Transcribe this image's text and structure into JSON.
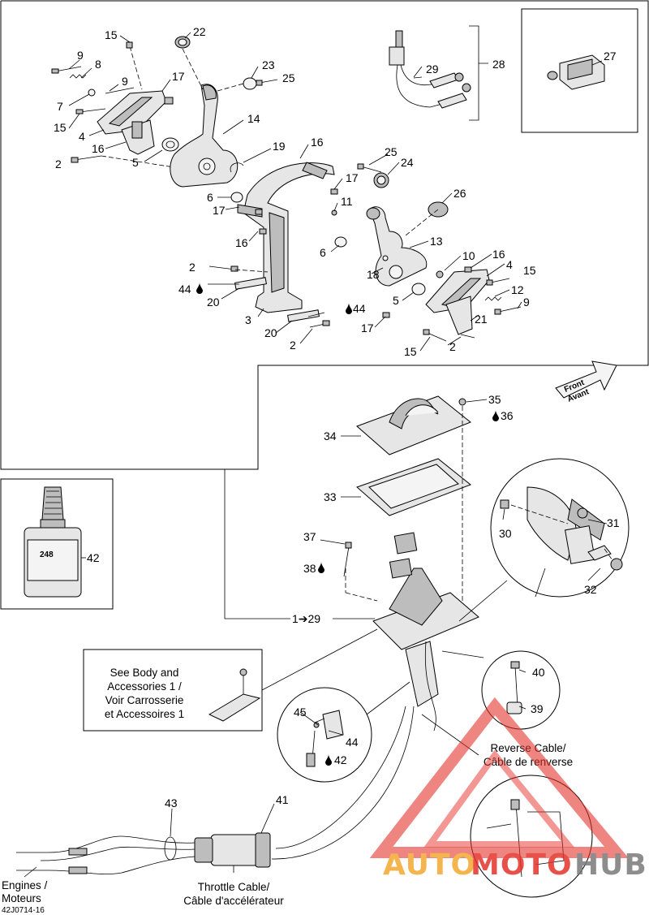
{
  "callouts": {
    "n2a": "2",
    "n2b": "2",
    "n2c": "2",
    "n2d": "2",
    "n3": "3",
    "n4a": "4",
    "n4b": "4",
    "n5a": "5",
    "n5b": "5",
    "n6a": "6",
    "n6b": "6",
    "n7": "7",
    "n8": "8",
    "n9a": "9",
    "n9b": "9",
    "n9c": "9",
    "n10": "10",
    "n11": "11",
    "n12": "12",
    "n13": "13",
    "n14": "14",
    "n15a": "15",
    "n15b": "15",
    "n15c": "15",
    "n15d": "15",
    "n16a": "16",
    "n16b": "16",
    "n16c": "16",
    "n16d": "16",
    "n17a": "17",
    "n17b": "17",
    "n17c": "17",
    "n17d": "17",
    "n18": "18",
    "n19": "19",
    "n20a": "20",
    "n20b": "20",
    "n21": "21",
    "n22": "22",
    "n23": "23",
    "n24": "24",
    "n25a": "25",
    "n25b": "25",
    "n26": "26",
    "n27": "27",
    "n28": "28",
    "n29": "29",
    "n30": "30",
    "n31": "31",
    "n32": "32",
    "n33": "33",
    "n34": "34",
    "n35": "35",
    "n36": "36",
    "n37": "37",
    "n38": "38",
    "n39": "39",
    "n40": "40",
    "n41": "41",
    "n42a": "42",
    "n42b": "42",
    "n43": "43",
    "n44a": "44",
    "n44b": "44",
    "n44c": "44",
    "n45": "45",
    "range": "1➔29"
  },
  "notes": {
    "body_line1": "See Body and",
    "body_line2": "Accessories 1 /",
    "body_line3": "Voir Carrosserie",
    "body_line4": "et Accessoires 1",
    "reverse_line1": "Reverse Cable/",
    "reverse_line2": "Câble de renverse",
    "throttle_line1": "Throttle Cable/",
    "throttle_line2": "Câble d'accélérateur",
    "engines_line1": "Engines /",
    "engines_line2": "Moteurs",
    "front_line1": "Front",
    "front_line2": "Avant",
    "bottle_label": "248",
    "doc_code": "42J0714-16"
  },
  "watermark": {
    "part1": "AUTO",
    "part2": "MOTO",
    "part3": "HUB",
    "color_orange": "#f3a830",
    "color_red": "#e4332b",
    "color_grey": "#7a7a7a"
  }
}
